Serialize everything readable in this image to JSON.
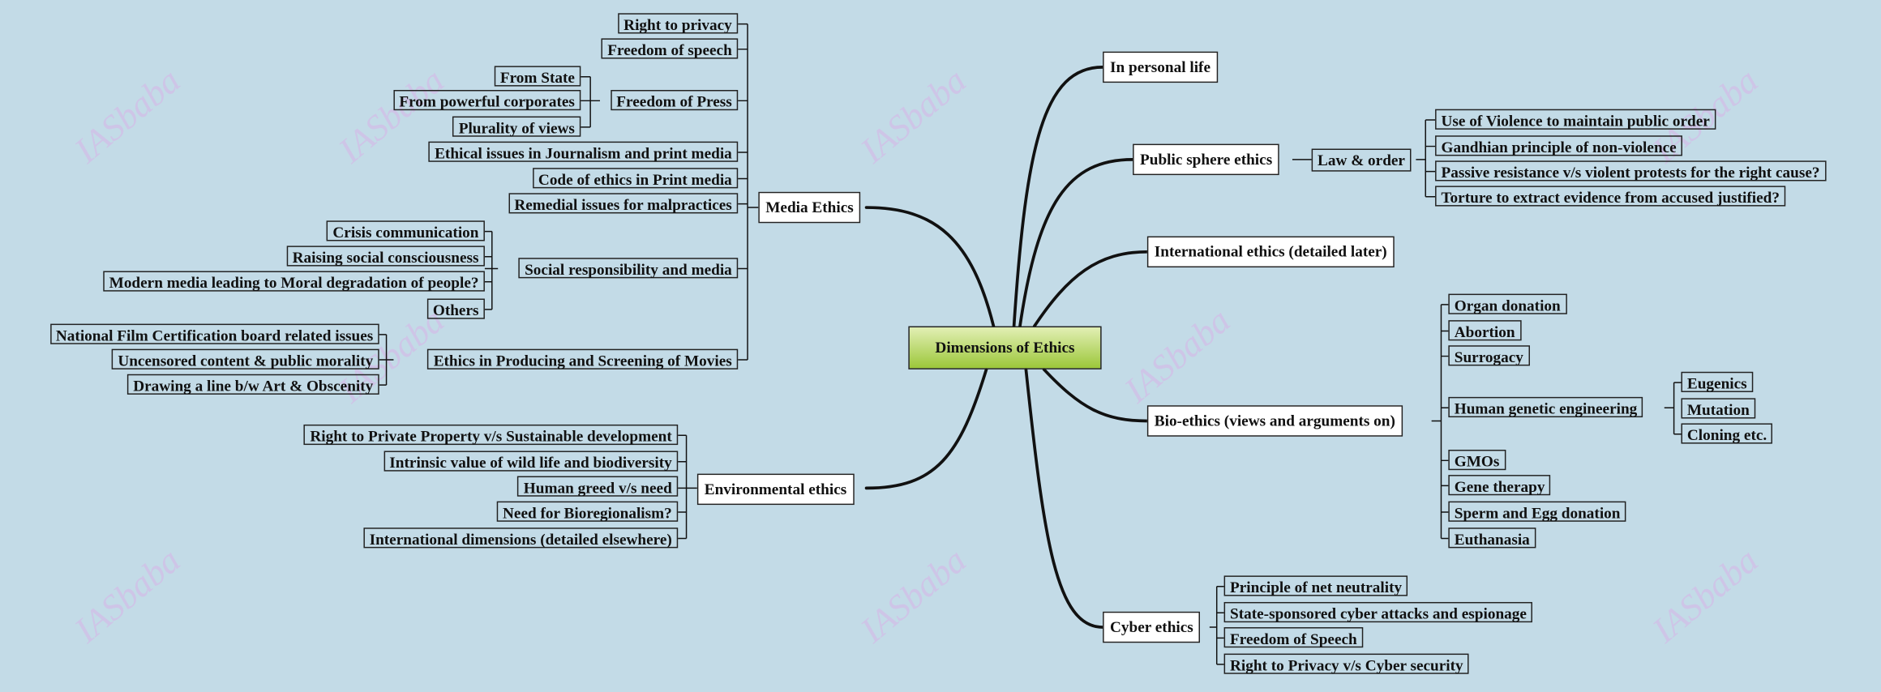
{
  "watermark": "IASbaba",
  "root": "Dimensions of Ethics",
  "media": {
    "label": "Media Ethics",
    "children": [
      "Right to privacy",
      "Freedom of speech",
      "Freedom of Press",
      "Ethical issues in Journalism and print media",
      "Code of ethics in Print media",
      "Remedial issues for malpractices",
      "Social responsibility and media",
      "Ethics in Producing and Screening of Movies"
    ],
    "press": [
      "From State",
      "From powerful corporates",
      "Plurality of views"
    ],
    "social": [
      "Crisis communication",
      "Raising social consciousness",
      "Modern media leading to Moral degradation of people?",
      "Others"
    ],
    "movies": [
      "National Film Certification board related issues",
      "Uncensored content & public morality",
      "Drawing a line b/w Art & Obscenity"
    ]
  },
  "env": {
    "label": "Environmental ethics",
    "children": [
      "Right to Private Property v/s Sustainable development",
      "Intrinsic value of wild life and biodiversity",
      "Human greed v/s need",
      "Need for Bioregionalism?",
      "International dimensions (detailed elsewhere)"
    ]
  },
  "personal": {
    "label": "In personal life"
  },
  "public": {
    "label": "Public sphere ethics",
    "law": "Law & order",
    "children": [
      "Use of Violence to maintain public order",
      "Gandhian principle of non-violence",
      "Passive resistance v/s violent protests for the right cause?",
      "Torture to extract evidence from accused justified?"
    ]
  },
  "international": {
    "label": "International ethics (detailed later)"
  },
  "bio": {
    "label": "Bio-ethics (views and arguments on)",
    "children": [
      "Organ donation",
      "Abortion",
      "Surrogacy",
      "Human genetic engineering",
      "GMOs",
      "Gene therapy",
      "Sperm and Egg donation",
      "Euthanasia"
    ],
    "genetic": [
      "Eugenics",
      "Mutation",
      "Cloning etc."
    ]
  },
  "cyber": {
    "label": "Cyber ethics",
    "children": [
      "Principle of net neutrality",
      "State-sponsored cyber attacks and espionage",
      "Freedom of Speech",
      "Right to Privacy v/s Cyber security"
    ]
  }
}
